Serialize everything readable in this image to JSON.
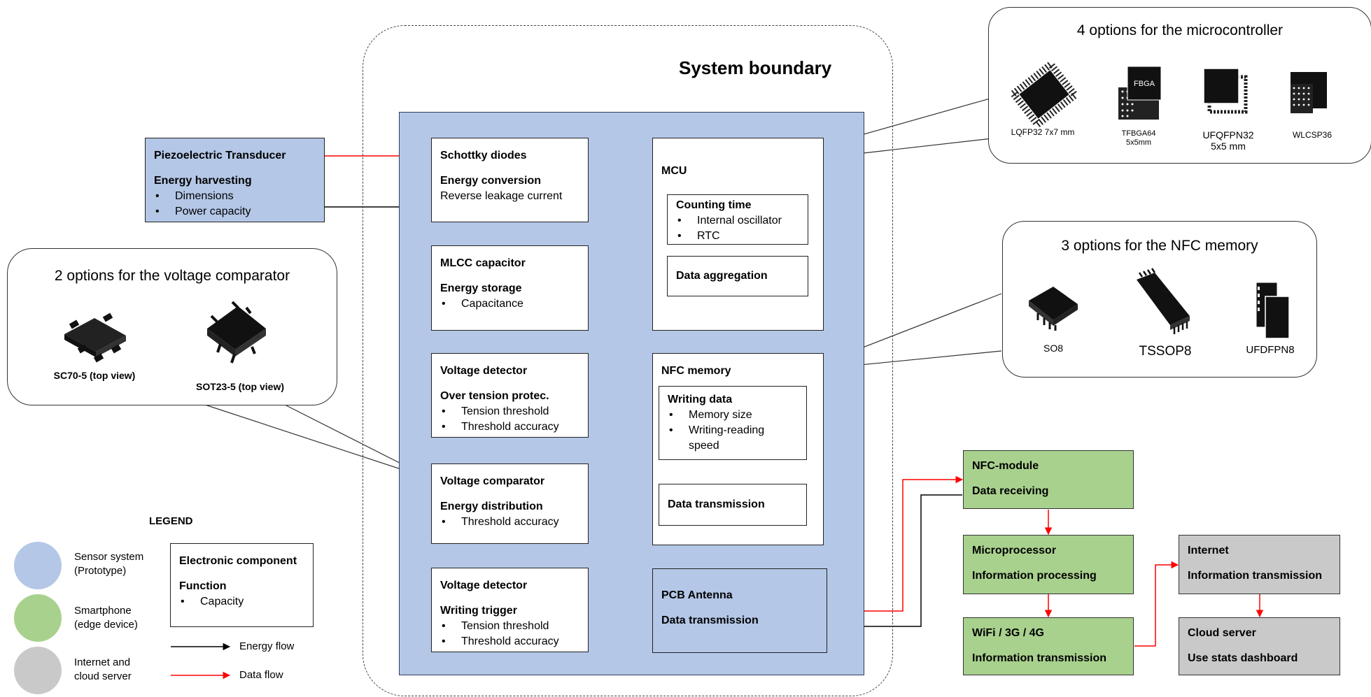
{
  "system_boundary": "System boundary",
  "piezo": {
    "title": "Piezoelectric Transducer",
    "function": "Energy harvesting",
    "bullets": [
      "Dimensions",
      "Power capacity"
    ]
  },
  "schottky": {
    "title": "Schottky diodes",
    "function": "Energy conversion",
    "detail": "Reverse leakage current"
  },
  "mlcc": {
    "title": "MLCC capacitor",
    "function": "Energy storage",
    "bullets": [
      "Capacitance"
    ]
  },
  "voltage_detector_1": {
    "title": "Voltage detector",
    "function": "Over tension protec.",
    "bullets": [
      "Tension threshold",
      "Threshold accuracy"
    ]
  },
  "voltage_comparator": {
    "title": "Voltage comparator",
    "function": "Energy distribution",
    "bullets": [
      "Threshold accuracy"
    ]
  },
  "voltage_detector_2": {
    "title": "Voltage detector",
    "function": "Writing trigger",
    "bullets": [
      "Tension threshold",
      "Threshold accuracy"
    ]
  },
  "mcu": {
    "title": "MCU",
    "counting": {
      "title": "Counting time",
      "bullets": [
        "Internal oscillator",
        "RTC"
      ]
    },
    "aggregation": "Data aggregation"
  },
  "nfc_memory": {
    "title": "NFC memory",
    "writing": {
      "title": "Writing data",
      "bullets": [
        "Memory size",
        "Writing-reading speed"
      ]
    },
    "transmission": "Data transmission"
  },
  "pcb_antenna": {
    "title": "PCB Antenna",
    "function": "Data transmission"
  },
  "smartphone": {
    "nfc_module": {
      "title": "NFC-module",
      "function": "Data receiving"
    },
    "microprocessor": {
      "title": "Microprocessor",
      "function": "Information processing"
    },
    "wireless": {
      "title": "WiFi / 3G / 4G",
      "function": "Information transmission"
    }
  },
  "cloud": {
    "internet": {
      "title": "Internet",
      "function": "Information transmission"
    },
    "server": {
      "title": "Cloud server",
      "function": "Use stats dashboard"
    }
  },
  "callouts": {
    "microcontroller": {
      "title": "4 options for the microcontroller",
      "chips": [
        {
          "label": "LQFP32 7x7 mm"
        },
        {
          "label": "TFBGA64\n5x5mm",
          "marking": "FBGA"
        },
        {
          "label": "UFQFPN32\n5x5 mm"
        },
        {
          "label": "WLCSP36"
        }
      ]
    },
    "nfc_memory": {
      "title": "3 options for the NFC memory",
      "chips": [
        {
          "label": "SO8"
        },
        {
          "label": "TSSOP8"
        },
        {
          "label": "UFDFPN8"
        }
      ]
    },
    "comparator": {
      "title": "2 options for the voltage comparator",
      "chips": [
        {
          "label": "SC70-5 (top view)"
        },
        {
          "label": "SOT23-5 (top view)"
        }
      ]
    }
  },
  "legend": {
    "title": "LEGEND",
    "groups": [
      {
        "label": "Sensor system\n(Prototype)",
        "color": "#b4c7e7"
      },
      {
        "label": "Smartphone\n(edge device)",
        "color": "#a9d18e"
      },
      {
        "label": "Internet and\ncloud server",
        "color": "#c9c9c9"
      }
    ],
    "component_box": {
      "title": "Electronic component",
      "function": "Function",
      "bullets": [
        "Capacity"
      ]
    },
    "energy_flow": "Energy flow",
    "data_flow": "Data flow",
    "energy_color": "#000000",
    "data_color": "#ff0000"
  }
}
